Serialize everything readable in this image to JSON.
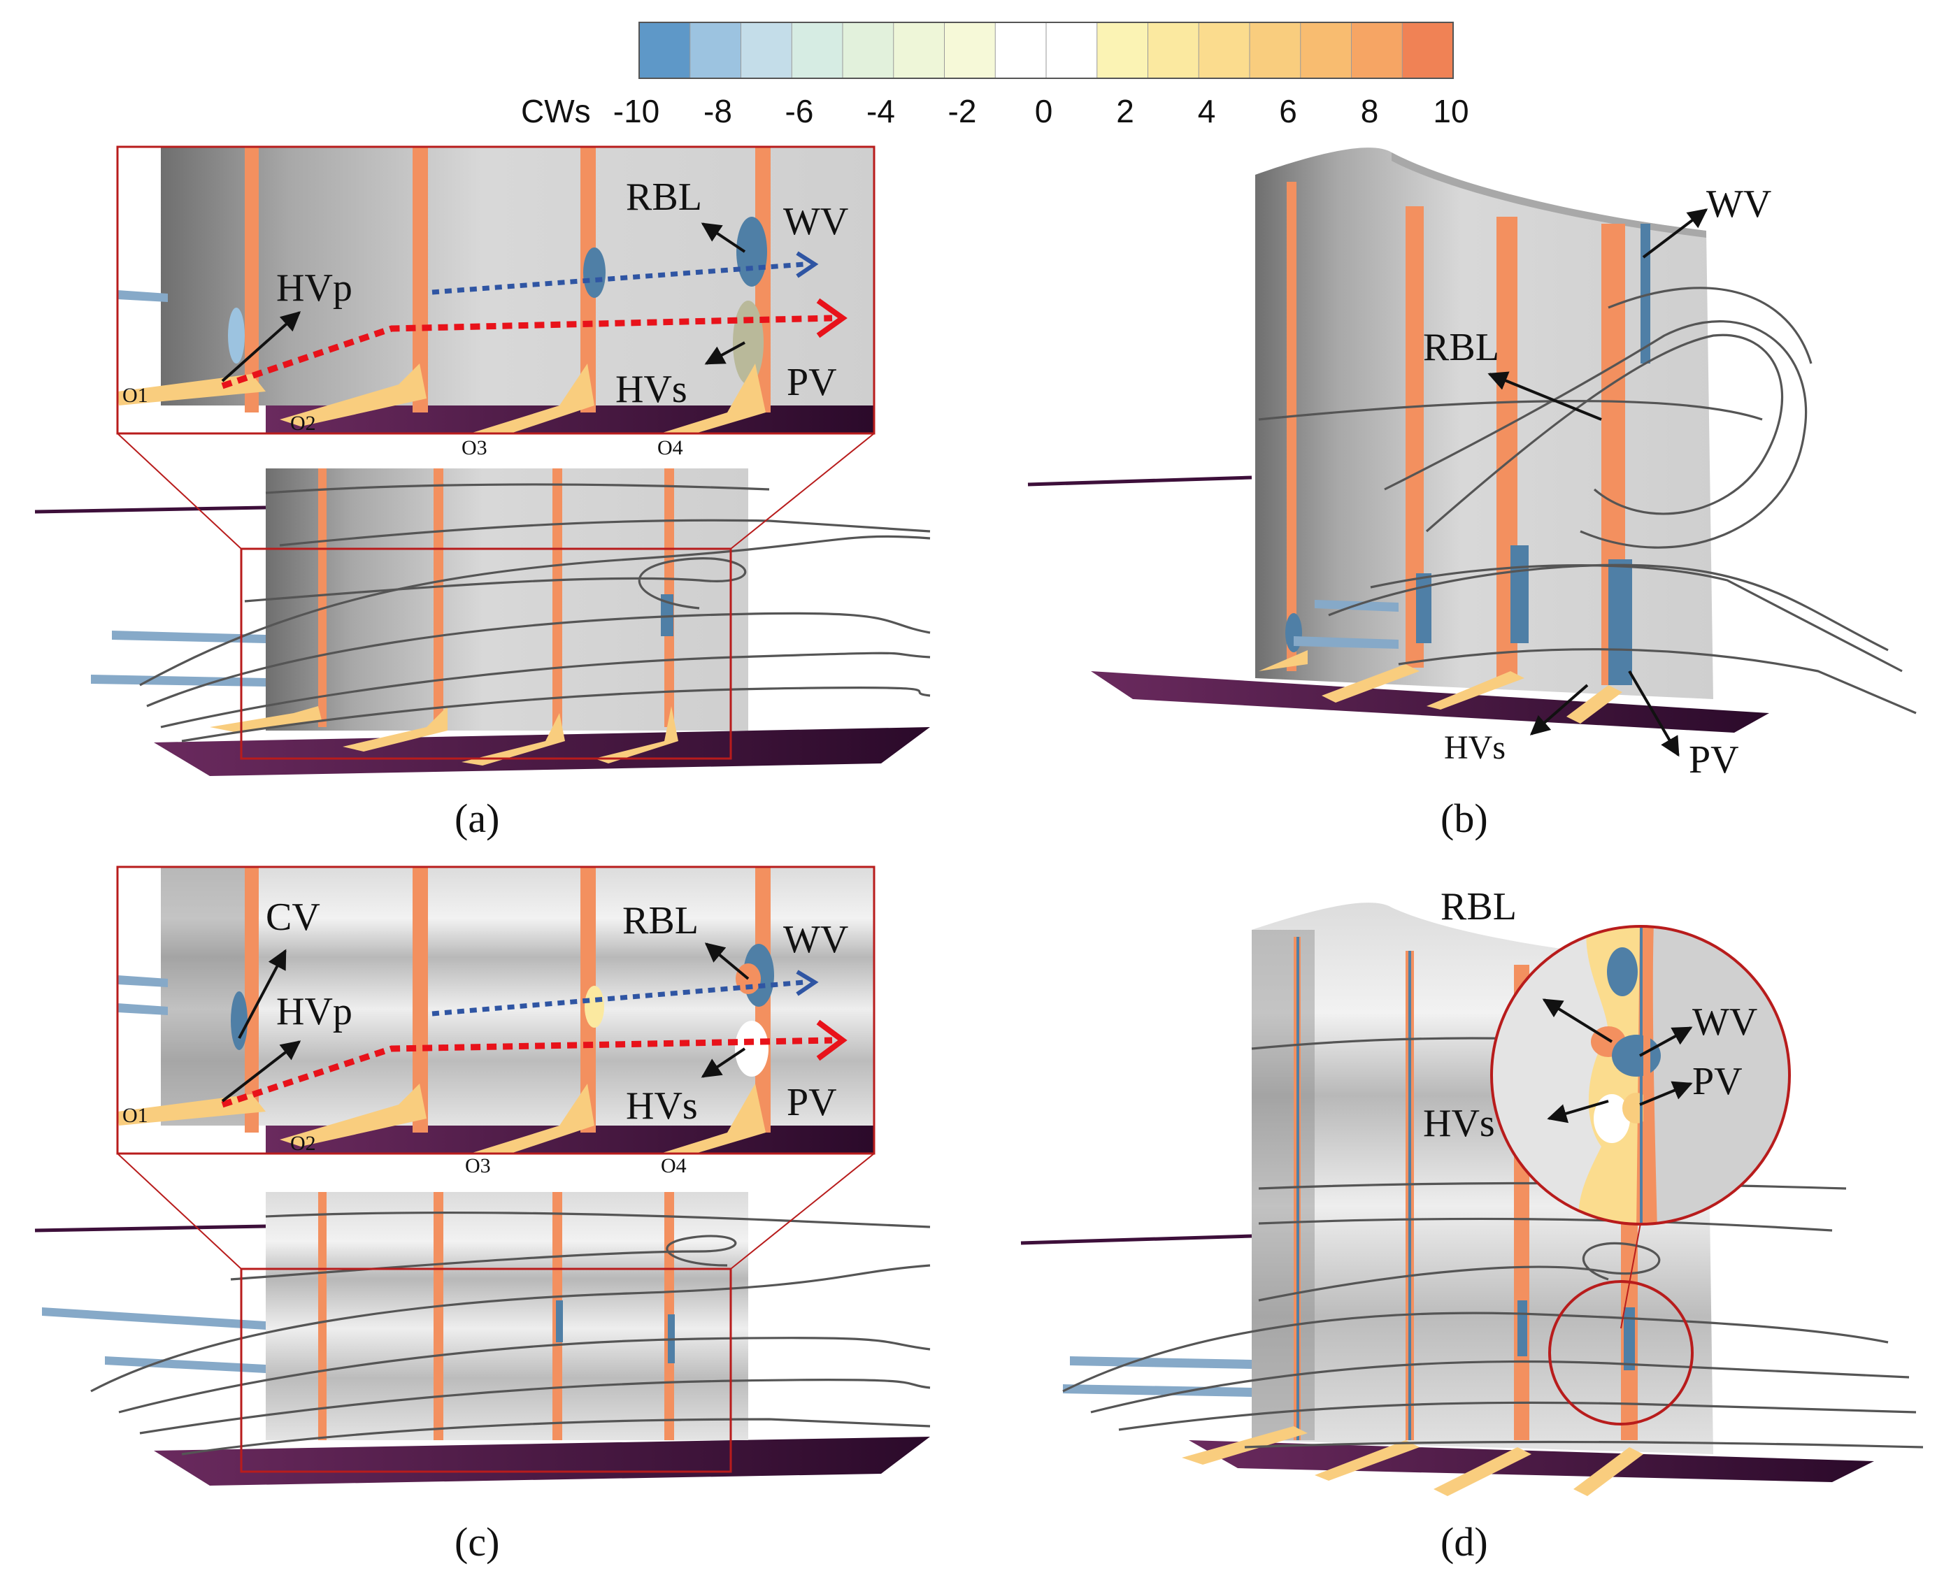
{
  "colorbar": {
    "label": "CWs",
    "ticks": [
      "-10",
      "-8",
      "-6",
      "-4",
      "-2",
      "0",
      "2",
      "4",
      "6",
      "8",
      "10"
    ],
    "colors": [
      "#5e98c8",
      "#9cc3e0",
      "#c4dde9",
      "#d6ece3",
      "#e2f1dc",
      "#eef6d8",
      "#f6f9d8",
      "#ffffff",
      "#ffffff",
      "#fbf3b4",
      "#fbe9a0",
      "#fbdc8e",
      "#f9cd7e",
      "#f8bc70",
      "#f6a564",
      "#f08255"
    ]
  },
  "colors": {
    "frame_red": "#b81c1c",
    "hub_purple": "#3d0f3a",
    "streamline": "#555555",
    "blade_light": "#d3d3d3",
    "blade_dark": "#8c8c8c",
    "positive": "#f3905f",
    "negative": "#4f7fa6",
    "pv_path": "#e8121a",
    "wv_path": "#2f55a3"
  },
  "panels": {
    "a": {
      "caption": "(a)",
      "caption_letter": "a",
      "labels": {
        "hvp": "HVp",
        "rbl": "RBL",
        "wv": "WV",
        "hvs": "HVs",
        "pv": "PV"
      },
      "slices": [
        "O1",
        "O2",
        "O3",
        "O4"
      ]
    },
    "b": {
      "caption": "(b)",
      "caption_letter": "b",
      "labels": {
        "wv": "WV",
        "rbl": "RBL",
        "hvs": "HVs",
        "pv": "PV"
      }
    },
    "c": {
      "caption": "(c)",
      "caption_letter": "c",
      "labels": {
        "cv": "CV",
        "hvp": "HVp",
        "rbl": "RBL",
        "wv": "WV",
        "hvs": "HVs",
        "pv": "PV"
      },
      "slices": [
        "O1",
        "O2",
        "O3",
        "O4"
      ]
    },
    "d": {
      "caption": "(d)",
      "caption_letter": "d",
      "labels": {
        "rbl": "RBL",
        "wv": "WV",
        "pv": "PV",
        "hvs": "HVs"
      }
    }
  }
}
